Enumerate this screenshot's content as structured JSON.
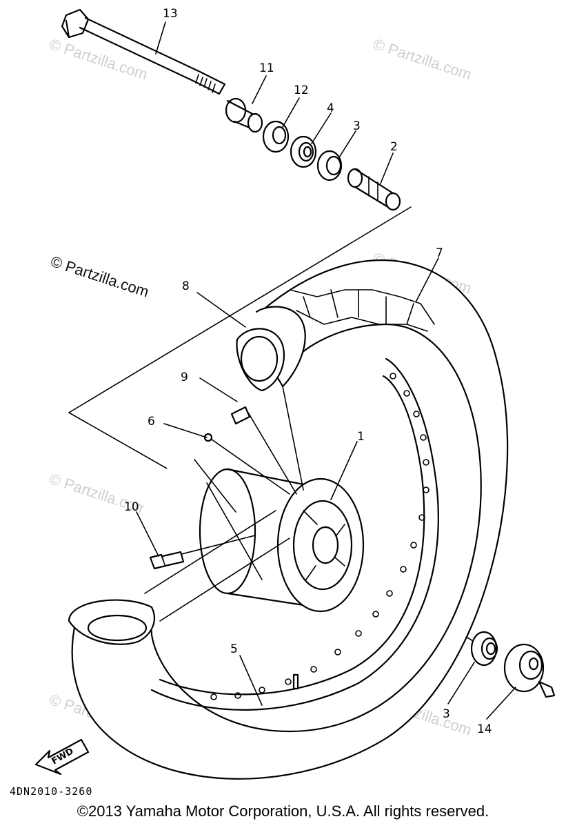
{
  "diagram": {
    "part_numbers": {
      "p13": "13",
      "p11": "11",
      "p12": "12",
      "p4": "4",
      "p3a": "3",
      "p2": "2",
      "p7": "7",
      "p8": "8",
      "p9": "9",
      "p6": "6",
      "p1": "1",
      "p10": "10",
      "p5": "5",
      "p3b": "3",
      "p14": "14"
    },
    "watermarks": {
      "main": "© Partzilla.com",
      "faint": "© Partzilla.com"
    },
    "fwd_label": "FWD",
    "drawing_code": "4DN2010-3260",
    "copyright": "©2013  Yamaha Motor Corporation, U.S.A. All rights reserved."
  }
}
